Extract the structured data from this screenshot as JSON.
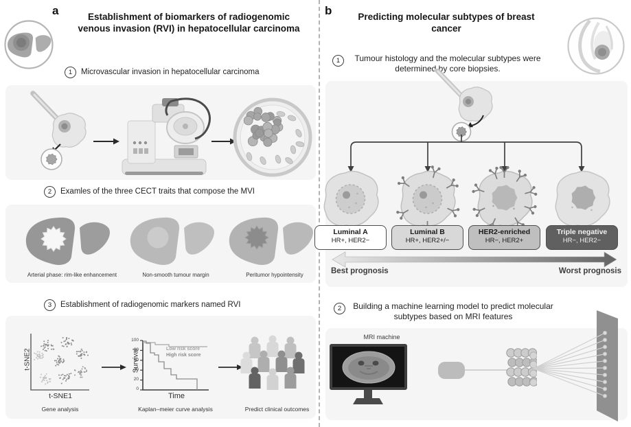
{
  "panel_a": {
    "label": "a",
    "title": [
      "Establishment of biomarkers of radiogenomic",
      "venous invasion (RVI) in hepatocellular carcinoma"
    ],
    "steps": [
      {
        "num": "1",
        "text": "Microvascular invasion in hepatocellular carcinoma"
      },
      {
        "num": "2",
        "text": "Examles of the three CECT traits that compose the MVI"
      },
      {
        "num": "3",
        "text": "Establishment of radiogenomic markers named RVI"
      }
    ],
    "cect_traits": [
      "Arterial phase: rim-like enhancement",
      "Non-smooth tumour margin",
      "Peritumor hypointensity"
    ],
    "gene_analysis": {
      "xlabel": "t-SNE1",
      "ylabel": "t-SNE2",
      "caption": "Gene analysis"
    },
    "kaplan_meier": {
      "ylabel": "Survival",
      "xlabel": "Time",
      "yticks": [
        "100",
        "80",
        "60",
        "40",
        "20",
        "0"
      ],
      "legend": [
        "Low risk score",
        "High risk score"
      ],
      "caption": "Kaplan–meier curve analysis"
    },
    "outcomes_caption": "Predict clinical outcomes"
  },
  "panel_b": {
    "label": "b",
    "title": [
      "Predicting molecular subtypes of breast",
      "cancer"
    ],
    "step1": {
      "num": "1",
      "lines": [
        "Tumour histology and the molecular subtypes were",
        "determined by core biopsies."
      ]
    },
    "step2": {
      "num": "2",
      "lines": [
        "Building a machine learning model to predict molecular",
        "subtypes based on MRI features"
      ]
    },
    "subtypes": [
      {
        "name": "Luminal A",
        "receptors": "HR+, HER2−",
        "box_color": "#ffffff",
        "text_color": "#1a1a1a"
      },
      {
        "name": "Luminal B",
        "receptors": "HR+, HER2+/−",
        "box_color": "#d8d8d8",
        "text_color": "#1a1a1a"
      },
      {
        "name": "HER2-enriched",
        "receptors": "HR−, HER2+",
        "box_color": "#bfbfbf",
        "text_color": "#1a1a1a"
      },
      {
        "name": "Triple negative",
        "receptors": "HR−, HER2−",
        "box_color": "#606060",
        "text_color": "#f2f2f2"
      }
    ],
    "prognosis": {
      "best": "Best prognosis",
      "worst": "Worst prognosis"
    },
    "mri_label": "MRI machine"
  }
}
